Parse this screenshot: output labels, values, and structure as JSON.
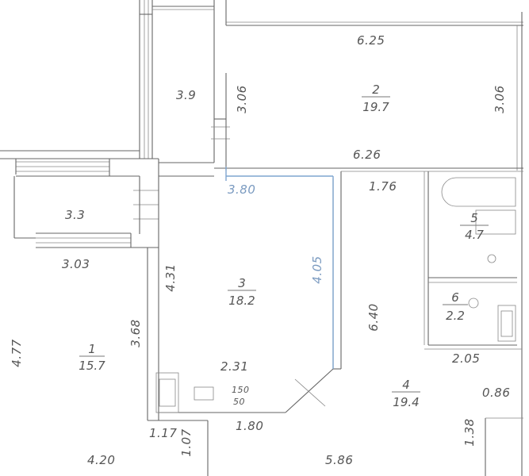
{
  "dimensions": {
    "top_width": "6.25",
    "room2_side": "3.9",
    "room2_height_left": "3.06",
    "room2_height_right": "3.06",
    "room2_bottom": "6.26",
    "balcony_label": "3.80",
    "corridor_short": "1.76",
    "balcony_outer": "3.3",
    "balcony_inner": "3.03",
    "room3_left": "4.31",
    "room3_right": "4.05",
    "room1_right": "3.68",
    "room1_left": "4.77",
    "room4_height": "6.40",
    "room3_bottom": "2.31",
    "bath_width": "2.05",
    "small_width": "0.86",
    "kitchen_bottom_a": "1.80",
    "kitchen_bottom_b": "1.17",
    "small_h1": "1.07",
    "small_h2": "1.38",
    "bottom_left": "4.20",
    "bottom_right": "5.86",
    "stove_a": "150",
    "stove_b": "50"
  },
  "rooms": [
    {
      "number": "1",
      "area": "15.7"
    },
    {
      "number": "2",
      "area": "19.7"
    },
    {
      "number": "3",
      "area": "18.2"
    },
    {
      "number": "4",
      "area": "19.4"
    },
    {
      "number": "5",
      "area": "4.7"
    },
    {
      "number": "6",
      "area": "2.2"
    }
  ]
}
